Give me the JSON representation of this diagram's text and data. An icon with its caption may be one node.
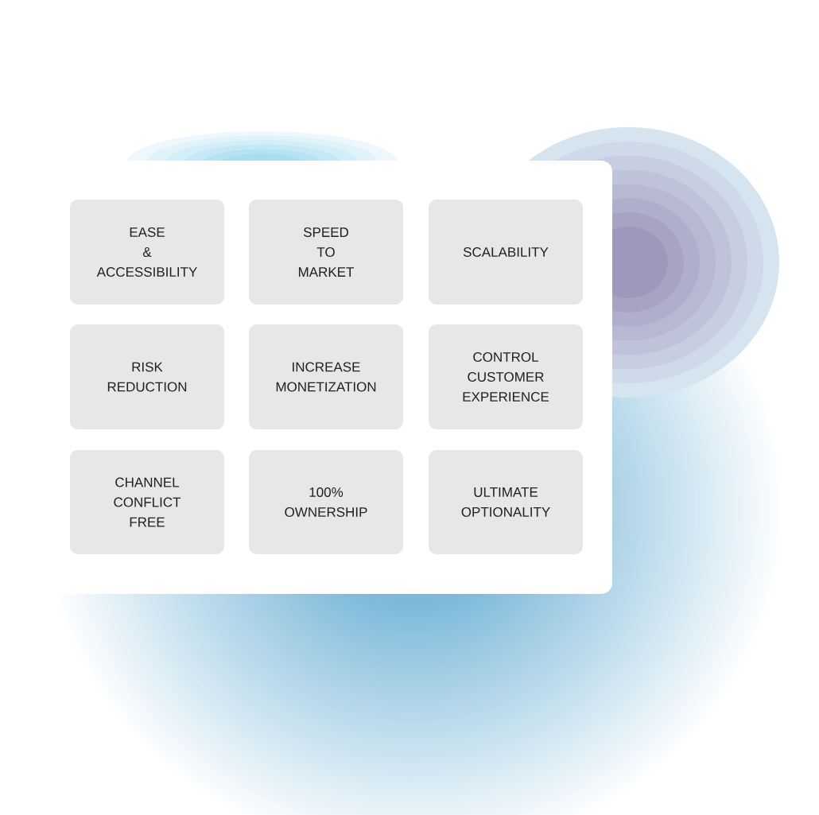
{
  "diagram": {
    "nodes": [
      {
        "text": [
          "EASE & ACCESSIBILITY"
        ]
      },
      {
        "text": [
          "SPEED TO MARKET"
        ]
      },
      {
        "text": [
          "SCALABILITY"
        ]
      },
      {
        "text": [
          "RISK REDUCTION"
        ]
      },
      {
        "text": [
          "INCREASE MONETIZATION"
        ]
      },
      {
        "text": [
          "CONTROL CUSTOMER EXPERIENCE"
        ]
      },
      {
        "text": [
          "CHANNEL CONFLICT FREE"
        ]
      },
      {
        "text": [
          "100% OWNERSHIP"
        ]
      },
      {
        "text": [
          "ULTIMATE OPTIONALITY"
        ]
      }
    ]
  }
}
